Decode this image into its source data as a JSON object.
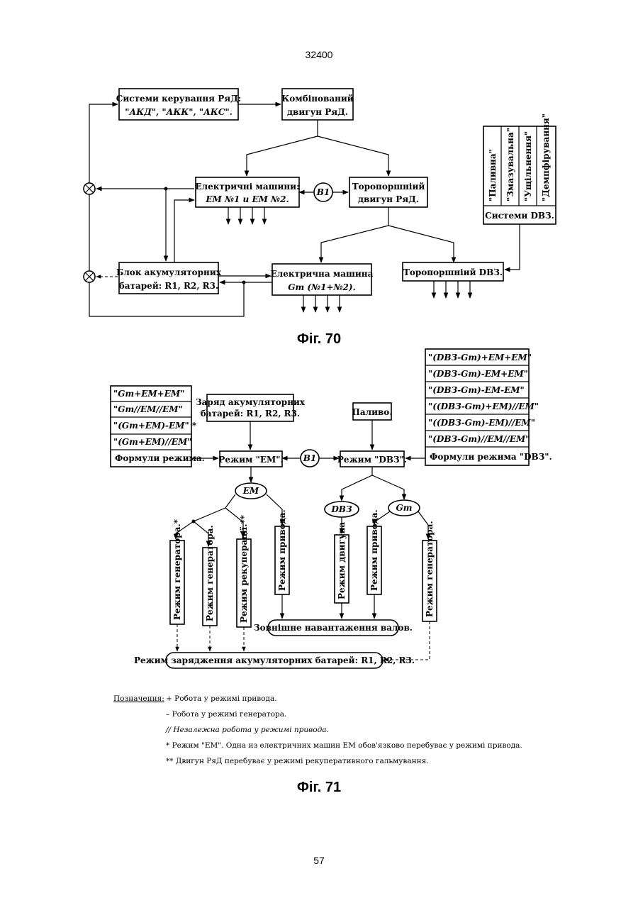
{
  "header": {
    "page_code": "32400",
    "page_number": "57"
  },
  "fig70": {
    "caption": "Фіг. 70",
    "control": {
      "line1": "Системи керування РяД:",
      "line2": "\"АКД\", \"АКК\", \"АКС\"."
    },
    "combined": {
      "line1": "Комбінований",
      "line2": "двигун РяД."
    },
    "elmachines": {
      "line1": "Електричні машини:",
      "line2": "ЕМ №1 и ЕМ №2."
    },
    "b1": "В1",
    "toro": {
      "line1": "Торопоршніий",
      "line2": "двигун РяД."
    },
    "battery": {
      "line1": "Блок акумуляторних",
      "line2": "батарей: R1, R2, R3."
    },
    "elmachine": {
      "line1": "Електрична машина",
      "line2": "Gm (№1+№2)."
    },
    "dvz": "Торопоршніий DВЗ.",
    "systems": {
      "items": [
        "\"Паливна\"",
        "\"Змазувальна\"",
        "\"Ущільнення\"",
        "\"Демпфірування\""
      ],
      "label": "Системи DВЗ."
    }
  },
  "fig71": {
    "caption": "Фіг. 71",
    "formulas_left": [
      "\"Gm+ЕМ+ЕМ\"",
      "\"Gm//ЕМ//ЕМ\"",
      "\"(Gm+ЕМ)-ЕМ\" *",
      "\"(Gm+ЕМ)//ЕМ\""
    ],
    "formulas_left_label": "Формули режима.",
    "charge": {
      "line1": "Заряд акумуляторних",
      "line2": "батарей: R1, R2, R3."
    },
    "fuel": "Паливо.",
    "formulas_right": [
      "\"(DВЗ-Gm)+ЕМ+ЕМ\"",
      "\"(DВЗ-Gm)-ЕМ+ЕМ\"",
      "\"(DВЗ-Gm)-ЕМ-ЕМ\"",
      "\"((DВЗ-Gm)+ЕМ)//ЕМ\"",
      "\"((DВЗ-Gm)-ЕМ)//ЕМ\"",
      "\"(DВЗ-Gm)//ЕМ//ЕМ\""
    ],
    "formulas_right_label": "Формули режима \"DВЗ\".",
    "mode_em": "Режим \"ЕМ\".",
    "b1": "В1",
    "mode_dvz": "Режим \"DВЗ\".",
    "oval_em": "ЕМ",
    "oval_dvz": "DВЗ",
    "oval_gm": "Gm",
    "v_gen_star": "Режим генератора.*",
    "v_gen": "Режим генератора.",
    "v_recup": "Режим рекуперації.**",
    "v_drive": "Режим привода.",
    "v_engine": "Режим двигуна",
    "v_drive2": "Режим привода.",
    "v_gen2": "Режим генератора.",
    "external": "Зовнішне навантаження валов.",
    "charging": "Режим зарядження акумуляторних батарей: R1, R2, R3."
  },
  "legend": {
    "title": "Позначення:",
    "items": [
      "+ Робота у режимі привода.",
      "– Робота у режимі генератора.",
      "// Незалежна робота у режимі привода.",
      "* Режим \"ЕМ\". Одна из електричних машин ЕМ обов'язково перебуває у режимі привода.",
      "** Двигун РяД перебуває у режимі рекуперативного гальмування."
    ]
  }
}
